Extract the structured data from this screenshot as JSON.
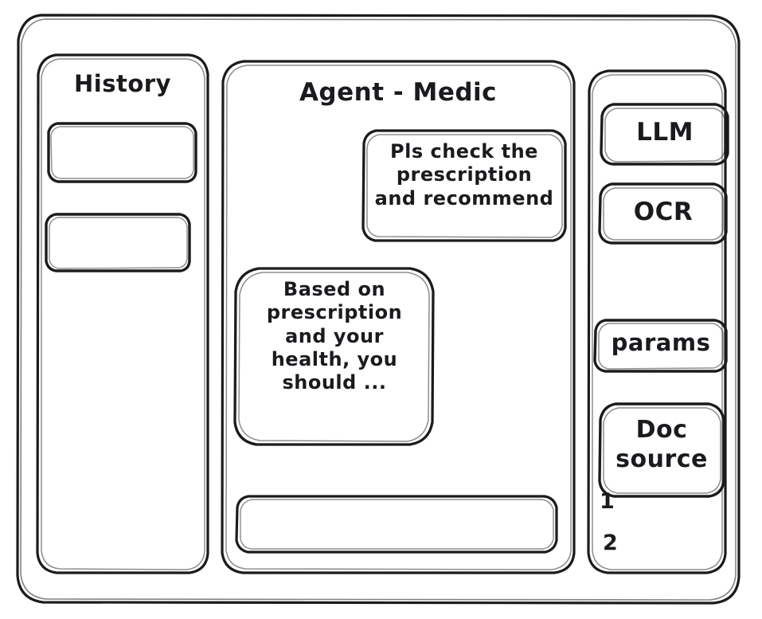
{
  "app": {
    "style": "hand-drawn-wireframe",
    "ink_color": "#1b1b1f",
    "background_color": "#ffffff"
  },
  "history": {
    "title": "History",
    "items": [
      {
        "label": ""
      },
      {
        "label": ""
      }
    ]
  },
  "main": {
    "title": "Agent - Medic",
    "messages": [
      {
        "role": "user",
        "text": "Pls check the\nprescription\nand recommend"
      },
      {
        "role": "assistant",
        "text": "Based on\nprescription\nand your\nhealth, you\nshould ..."
      }
    ],
    "composer": {
      "value": "",
      "placeholder": ""
    }
  },
  "tools": {
    "buttons": [
      {
        "label": "LLM"
      },
      {
        "label": "OCR"
      },
      {
        "label": "params"
      },
      {
        "label": "Doc\nsource"
      }
    ],
    "doc_source_items": [
      {
        "label": "1"
      },
      {
        "label": "2"
      }
    ]
  }
}
